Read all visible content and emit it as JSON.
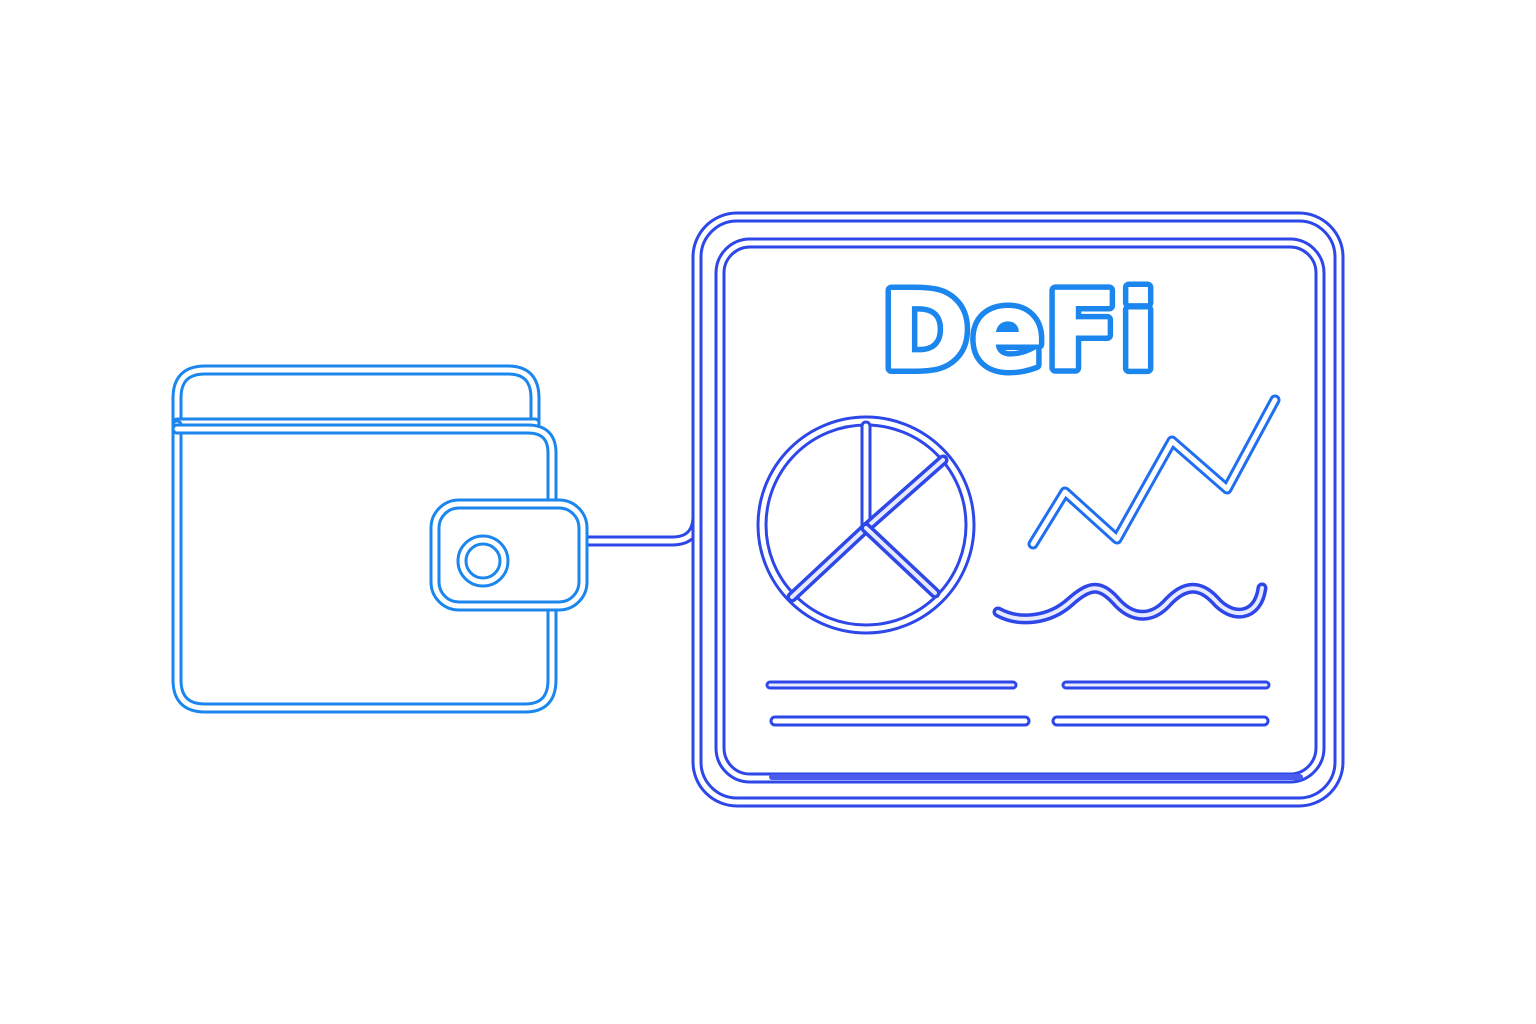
{
  "illustration": {
    "title": "DeFi",
    "description": "Wallet connected to a DeFi dashboard panel",
    "colors": {
      "wallet": "#1a86ee",
      "panel": "#2d47e8",
      "chart_line": "#1f6ff0",
      "background": "#ffffff"
    },
    "wallet": {
      "icon": "wallet-icon",
      "clasp_icon": "button-clasp-icon"
    },
    "connector": {
      "icon": "connection-cable"
    },
    "panel": {
      "heading": "DeFi",
      "widgets": [
        {
          "icon": "pie-chart-icon"
        },
        {
          "icon": "line-chart-icon"
        },
        {
          "icon": "wave-line-icon"
        }
      ],
      "text_lines": [
        {
          "row": 1,
          "columns": 2
        },
        {
          "row": 2,
          "columns": 2
        },
        {
          "row": 3,
          "columns": 1
        }
      ]
    }
  }
}
